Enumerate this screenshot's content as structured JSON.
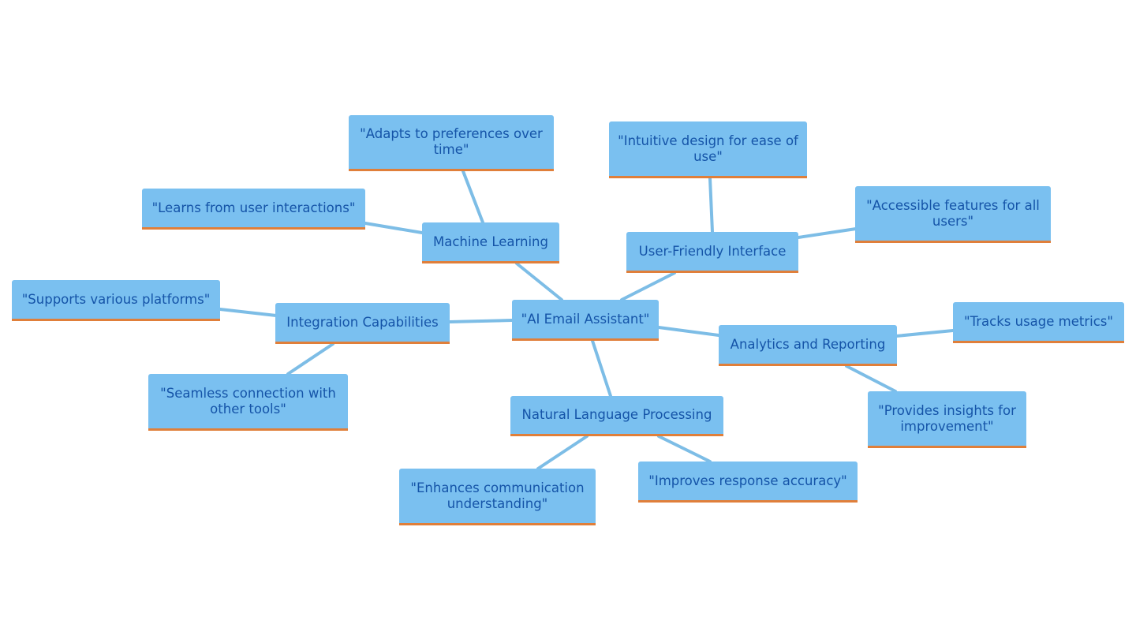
{
  "mindmap": {
    "center": "\"AI Email Assistant\"",
    "nodes": {
      "machine_learning": "Machine Learning",
      "ml_adapts": "\"Adapts to preferences over time\"",
      "ml_learns": "\"Learns from user interactions\"",
      "user_friendly": "User-Friendly Interface",
      "ui_intuitive": "\"Intuitive design for ease of use\"",
      "ui_accessible": "\"Accessible features for all users\"",
      "integration": "Integration Capabilities",
      "int_supports": "\"Supports various platforms\"",
      "int_seamless": "\"Seamless connection with other tools\"",
      "analytics": "Analytics and Reporting",
      "an_tracks": "\"Tracks usage metrics\"",
      "an_insights": "\"Provides insights for improvement\"",
      "nlp": "Natural Language Processing",
      "nlp_enhances": "\"Enhances communication understanding\"",
      "nlp_improves": "\"Improves response accuracy\""
    }
  },
  "colors": {
    "node_fill": "#7ac0f0",
    "node_text": "#1554a8",
    "node_underline": "#e07f3a",
    "edge": "#7dbde6"
  }
}
